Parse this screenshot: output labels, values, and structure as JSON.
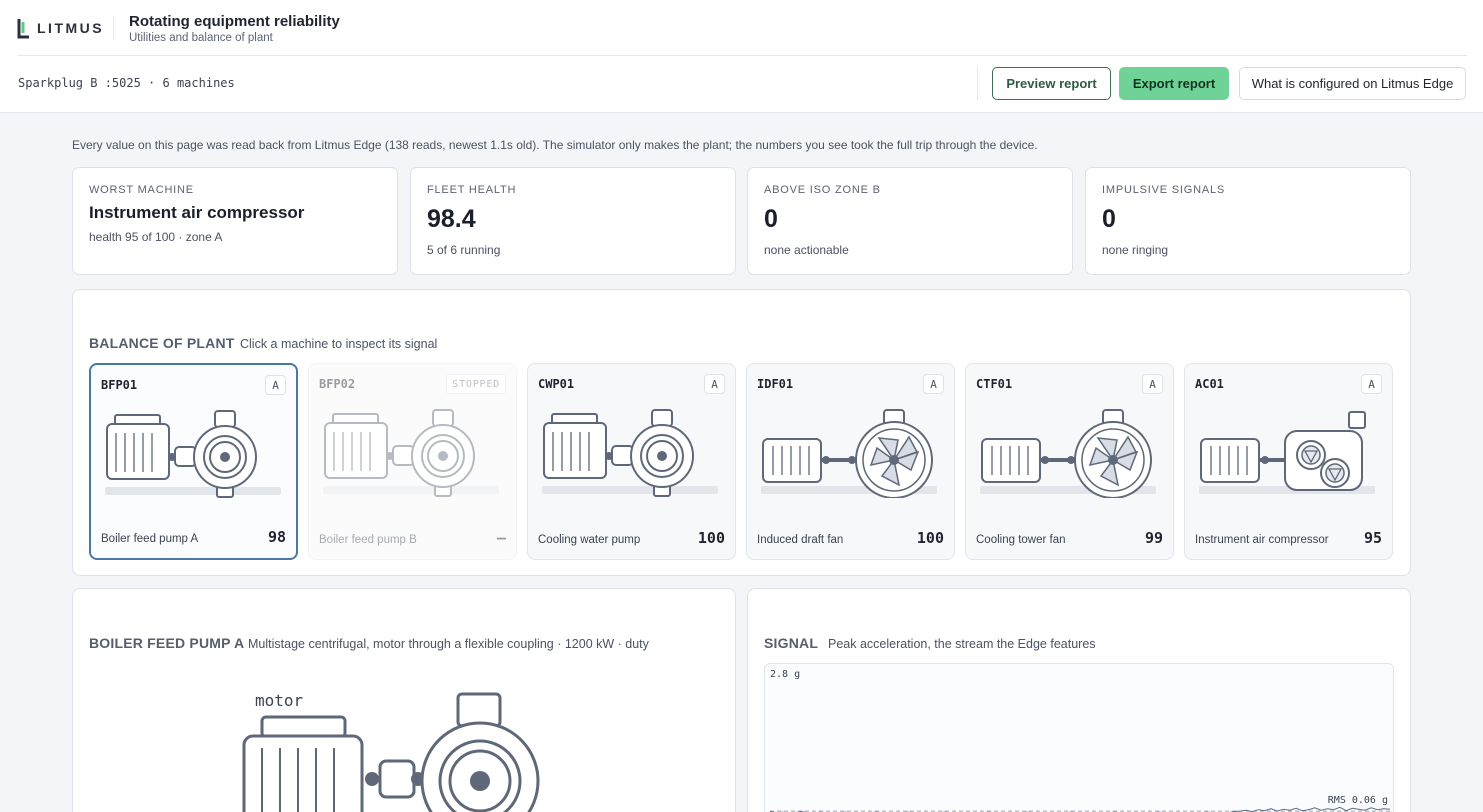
{
  "header": {
    "logo_text": "LITMUS",
    "title": "Rotating equipment reliability",
    "subtitle": "Utilities and balance of plant",
    "connection": "Sparkplug B :5025 · 6 machines",
    "buttons": {
      "preview": "Preview report",
      "export": "Export report",
      "config": "What is configured on Litmus Edge"
    }
  },
  "info_line": "Every value on this page was read back from Litmus Edge (138 reads, newest 1.1s old). The simulator only makes the plant; the numbers you see took the full trip through the device.",
  "stats": [
    {
      "label": "WORST MACHINE",
      "value": "Instrument air compressor",
      "sub": "health 95 of 100 · zone A"
    },
    {
      "label": "FLEET HEALTH",
      "value": "98.4",
      "sub": "5 of 6 running"
    },
    {
      "label": "ABOVE ISO ZONE B",
      "value": "0",
      "sub": "none actionable"
    },
    {
      "label": "IMPULSIVE SIGNALS",
      "value": "0",
      "sub": "none ringing"
    }
  ],
  "plant": {
    "title": "BALANCE OF PLANT",
    "hint": "Click a machine to inspect its signal",
    "machines": [
      {
        "id": "BFP01",
        "zone": "A",
        "name": "Boiler feed pump A",
        "score": "98",
        "kind": "pump"
      },
      {
        "id": "BFP02",
        "zone": "STOPPED",
        "name": "Boiler feed pump B",
        "score": "–",
        "kind": "pump"
      },
      {
        "id": "CWP01",
        "zone": "A",
        "name": "Cooling water pump",
        "score": "100",
        "kind": "pump"
      },
      {
        "id": "IDF01",
        "zone": "A",
        "name": "Induced draft fan",
        "score": "100",
        "kind": "fan"
      },
      {
        "id": "CTF01",
        "zone": "A",
        "name": "Cooling tower fan",
        "score": "99",
        "kind": "fan"
      },
      {
        "id": "AC01",
        "zone": "A",
        "name": "Instrument air compressor",
        "score": "95",
        "kind": "compressor"
      }
    ]
  },
  "detail": {
    "title": "BOILER FEED PUMP A",
    "description": "Multistage centrifugal, motor through a flexible coupling · 1200 kW · duty",
    "motor_label": "motor"
  },
  "signal": {
    "title": "SIGNAL",
    "description": "Peak acceleration, the stream the Edge features",
    "ymax_label": "2.8 g",
    "rms_label": "RMS 0.06 g"
  },
  "colors": {
    "accent": "#6fd397",
    "selected_border": "#4c79a4",
    "line": "#5b6b86",
    "logo": "#5cc88a"
  },
  "chart_data": {
    "type": "line",
    "ylim": [
      0,
      2.8
    ],
    "rms": 0.06,
    "values": [
      0.05,
      0.03,
      0.04,
      0.02,
      0.03,
      0.05,
      0.03,
      0.02,
      0.04,
      0.03,
      0.02,
      0.03,
      0.04,
      0.02,
      0.03,
      0.02,
      0.03,
      0.04,
      0.03,
      0.02,
      0.03,
      0.02,
      0.04,
      0.03,
      0.02,
      0.03,
      0.02,
      0.03,
      0.04,
      0.02,
      0.03,
      0.02,
      0.03,
      0.02,
      0.03,
      0.04,
      0.02,
      0.03,
      0.02,
      0.03,
      0.02,
      0.04,
      0.03,
      0.02,
      0.03,
      0.02,
      0.03,
      0.02,
      0.04,
      0.03,
      0.02,
      0.03,
      0.02,
      0.03,
      0.02,
      0.04,
      0.03,
      0.02,
      0.03,
      0.02,
      0.03,
      0.02,
      0.04,
      0.03,
      0.02,
      0.03,
      0.02,
      0.03,
      0.02,
      0.03,
      0.04,
      0.02,
      0.03,
      0.02,
      0.05,
      0.06,
      0.08,
      0.05,
      0.09,
      0.07,
      0.11,
      0.06,
      0.1,
      0.08,
      0.12,
      0.07,
      0.09,
      0.13,
      0.08,
      0.11,
      0.09,
      0.14,
      0.07,
      0.12,
      0.1,
      0.08,
      0.13,
      0.09,
      0.11,
      0.1
    ]
  }
}
